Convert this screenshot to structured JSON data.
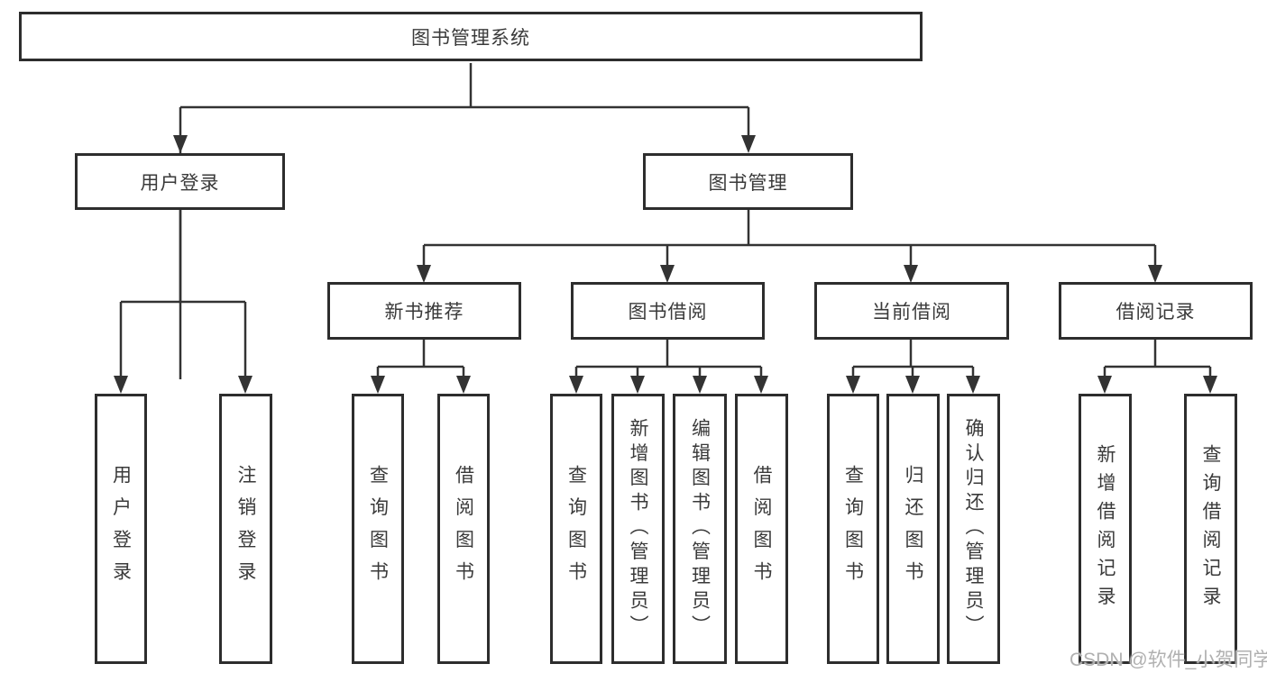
{
  "diagram": {
    "root": {
      "label": "图书管理系统"
    },
    "level2": [
      {
        "label": "用户登录",
        "parent": "图书管理系统"
      },
      {
        "label": "图书管理",
        "parent": "图书管理系统"
      }
    ],
    "level3": [
      {
        "label": "新书推荐",
        "parent": "图书管理"
      },
      {
        "label": "图书借阅",
        "parent": "图书管理"
      },
      {
        "label": "当前借阅",
        "parent": "图书管理"
      },
      {
        "label": "借阅记录",
        "parent": "图书管理"
      }
    ],
    "leaves": [
      {
        "label": "用户登录",
        "parent": "用户登录"
      },
      {
        "label": "注销登录",
        "parent": "用户登录"
      },
      {
        "label": "查询图书",
        "parent": "新书推荐"
      },
      {
        "label": "借阅图书",
        "parent": "新书推荐"
      },
      {
        "label": "查询图书",
        "parent": "图书借阅"
      },
      {
        "label": "新增图书（管理员）",
        "parent": "图书借阅"
      },
      {
        "label": "编辑图书（管理员）",
        "parent": "图书借阅"
      },
      {
        "label": "借阅图书",
        "parent": "图书借阅"
      },
      {
        "label": "查询图书",
        "parent": "当前借阅"
      },
      {
        "label": "归还图书",
        "parent": "当前借阅"
      },
      {
        "label": "确认归还（管理员）",
        "parent": "当前借阅"
      },
      {
        "label": "新增借阅记录",
        "parent": "借阅记录"
      },
      {
        "label": "查询借阅记录",
        "parent": "借阅记录"
      }
    ],
    "watermark": {
      "text": "CSDN @软件_小贺同学"
    },
    "colors": {
      "border": "#2d2d2d",
      "line": "#333333",
      "text": "#3a3a3a",
      "background": "#ffffff",
      "watermark": "#b0b0b0"
    }
  }
}
